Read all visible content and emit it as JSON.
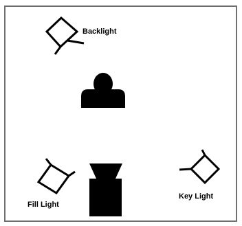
{
  "labels": {
    "backlight": "Backlight",
    "fill_light": "Fill Light",
    "key_light": "Key Light"
  },
  "colors": {
    "background": "#ffffff",
    "frame": "#6f6f6f",
    "ink": "#000000"
  }
}
